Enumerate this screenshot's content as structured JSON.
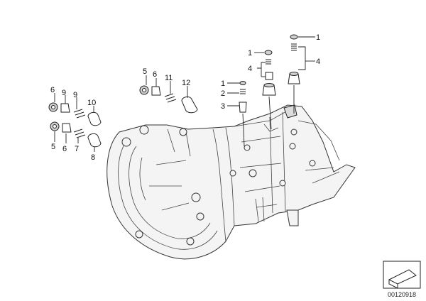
{
  "diagram": {
    "drawing_number": "00120918",
    "callouts": {
      "top_right_1": "1",
      "top_right_4": "4",
      "mid_1a": "1",
      "mid_4": "4",
      "mid_1b": "1",
      "mid_2": "2",
      "mid_3": "3",
      "upper_5": "5",
      "upper_6": "6",
      "upper_11": "11",
      "upper_12": "12",
      "left_6": "6",
      "left_9a": "9",
      "left_9b": "9",
      "left_10": "10",
      "left_5": "5",
      "left_6b": "6",
      "left_7": "7",
      "left_8": "8"
    }
  }
}
